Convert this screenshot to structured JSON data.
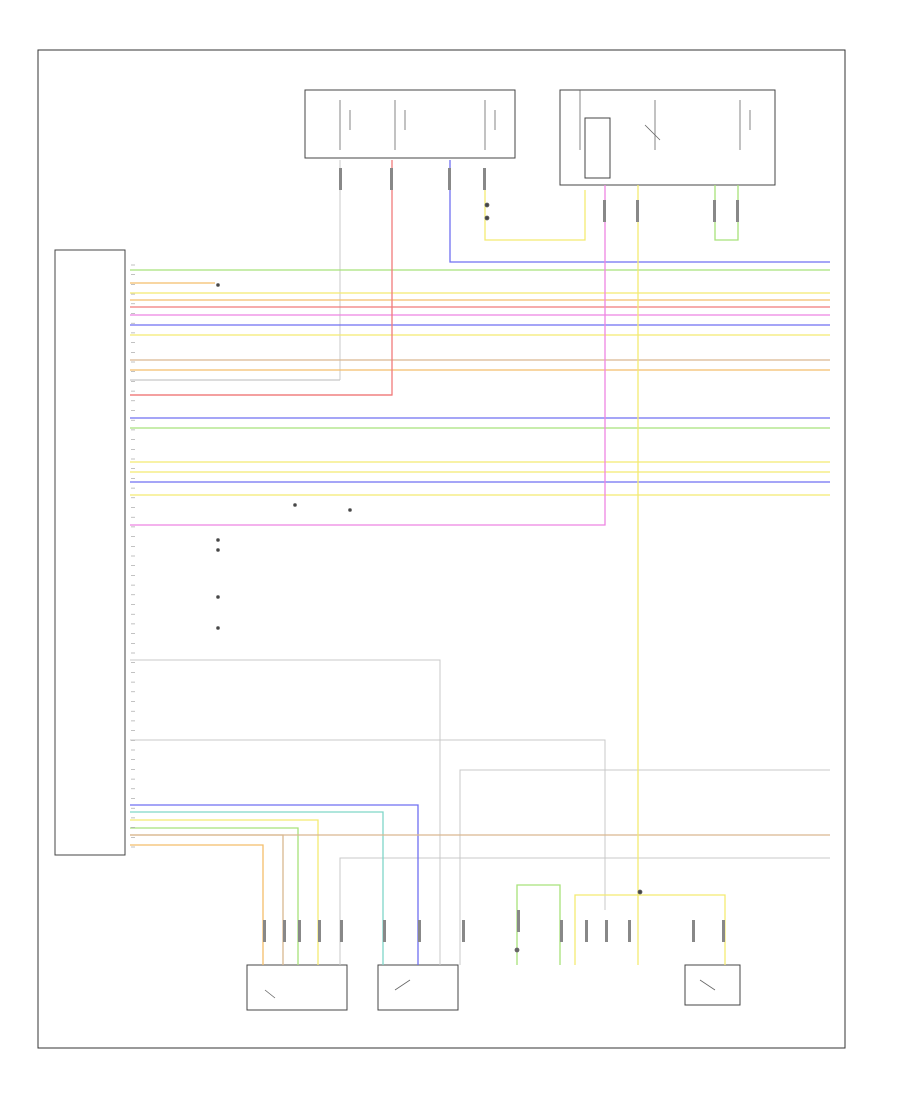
{
  "colors": {
    "green": "#a8e27a",
    "yellow": "#f3ea72",
    "orange": "#f4be6a",
    "red": "#f07b7b",
    "pink": "#ee85e2",
    "blue": "#6f6ff2",
    "violet": "#b894e0",
    "teal": "#7fd6c8",
    "gray": "#c8c8c8",
    "tan": "#d9b890"
  },
  "wires": [
    {
      "color": "green"
    },
    {
      "color": "orange"
    },
    {
      "color": "yellow"
    },
    {
      "color": "orange"
    },
    {
      "color": "red"
    },
    {
      "color": "pink"
    },
    {
      "color": "blue"
    },
    {
      "color": "yellow"
    },
    {
      "color": "tan"
    },
    {
      "color": "orange"
    },
    {
      "color": "gray"
    },
    {
      "color": "red"
    },
    {
      "color": "blue"
    },
    {
      "color": "green"
    },
    {
      "color": "yellow"
    },
    {
      "color": "yellow"
    },
    {
      "color": "blue"
    },
    {
      "color": "yellow"
    }
  ],
  "bottom_wires": [
    {
      "color": "blue"
    },
    {
      "color": "teal"
    },
    {
      "color": "yellow"
    },
    {
      "color": "green"
    },
    {
      "color": "tan"
    },
    {
      "color": "orange"
    }
  ]
}
